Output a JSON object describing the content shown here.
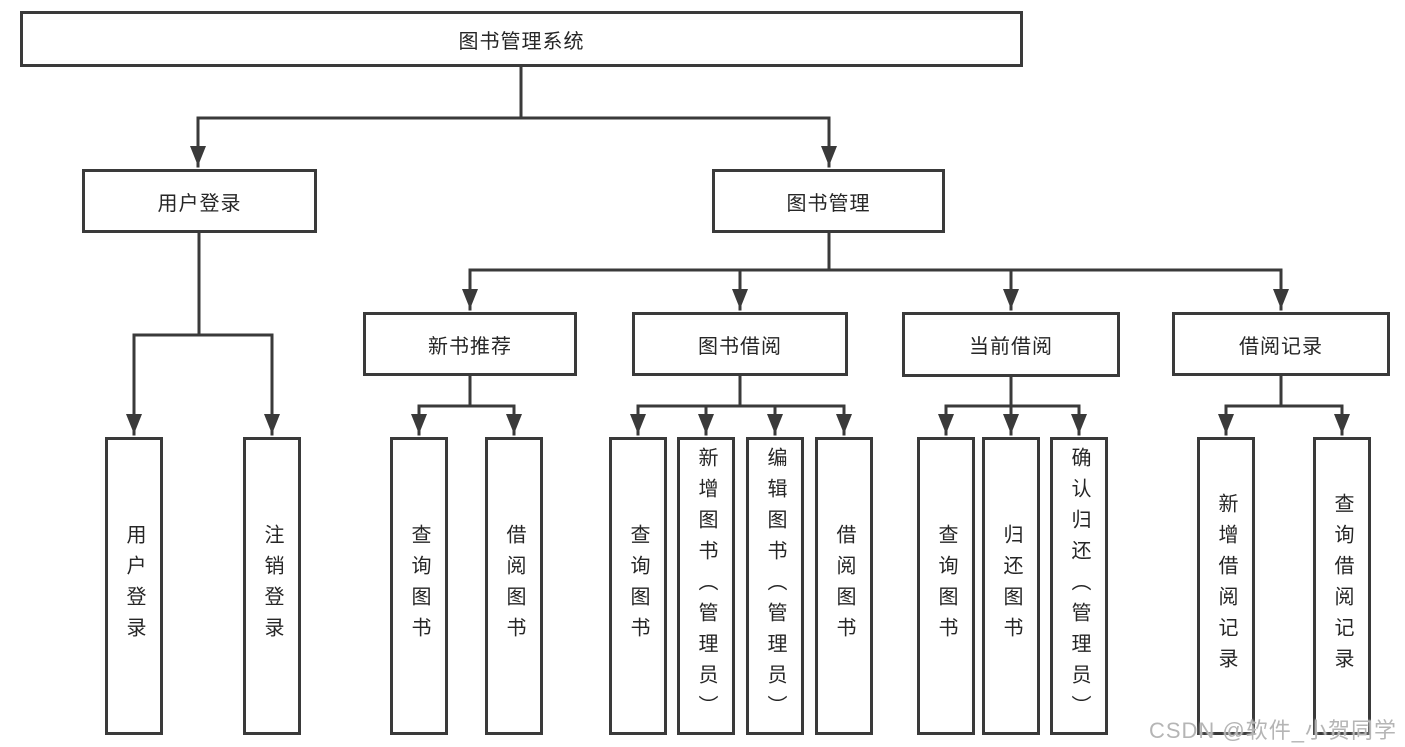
{
  "diagram": {
    "nodes": {
      "root": "图书管理系统",
      "user_login": "用户登录",
      "book_mgmt": "图书管理",
      "new_book_rec": "新书推荐",
      "book_borrow": "图书借阅",
      "current_borrow": "当前借阅",
      "borrow_record": "借阅记录",
      "leaf_user_login": "用户登录",
      "leaf_logout": "注销登录",
      "leaf_query_book_a": "查询图书",
      "leaf_borrow_book_a": "借阅图书",
      "leaf_query_book_b": "查询图书",
      "leaf_add_book": "新增图书（管理员）",
      "leaf_edit_book": "编辑图书（管理员）",
      "leaf_borrow_book_b": "借阅图书",
      "leaf_query_book_c": "查询图书",
      "leaf_return_book": "归还图书",
      "leaf_confirm_return": "确认归还（管理员）",
      "leaf_add_borrow_record": "新增借阅记录",
      "leaf_query_borrow_record": "查询借阅记录"
    },
    "watermark": "CSDN @软件_小贺同学",
    "colors": {
      "line": "#3a3a3a",
      "text": "#262626",
      "watermark": "#b5b5b5",
      "background": "#ffffff"
    }
  }
}
